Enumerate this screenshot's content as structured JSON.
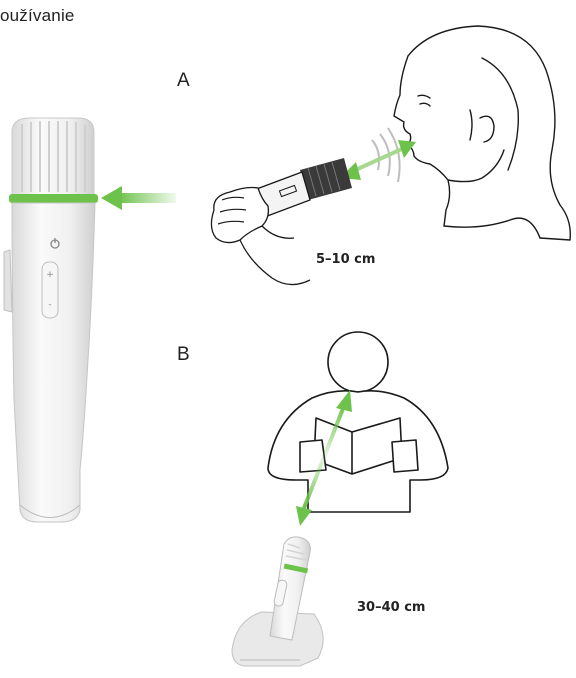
{
  "page": {
    "title": "oužívanie"
  },
  "scenarios": {
    "a": {
      "label": "A",
      "distance": "5–10 cm"
    },
    "b": {
      "label": "B",
      "distance": "30–40 cm"
    }
  },
  "colors": {
    "accent_green": "#6cc24a",
    "line": "#1a1a1a",
    "device_body": "#f2f2f2"
  }
}
